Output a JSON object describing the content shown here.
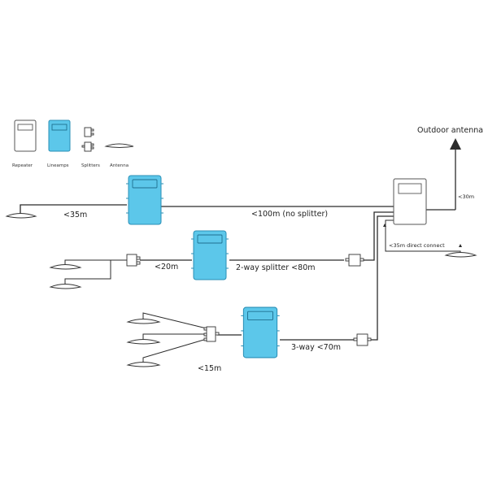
{
  "legend": {
    "repeater": "Repeater",
    "lineamps": "Lineamps",
    "splitters": "Splitters",
    "antenna": "Antenna"
  },
  "labels": {
    "outdoor_antenna": "Outdoor antenna",
    "d30": "<30m",
    "d35_direct": "<35m direct connect",
    "d35": "<35m",
    "d100": "<100m (no splitter)",
    "d20": "<20m",
    "two_way": "2-way splitter  <80m",
    "three_way": "3-way <70m",
    "d15": "<15m"
  },
  "colors": {
    "lineamp_fill": "#5cc7ea",
    "lineamp_stroke": "#2a8fb6",
    "wire": "#2b2b2b"
  }
}
